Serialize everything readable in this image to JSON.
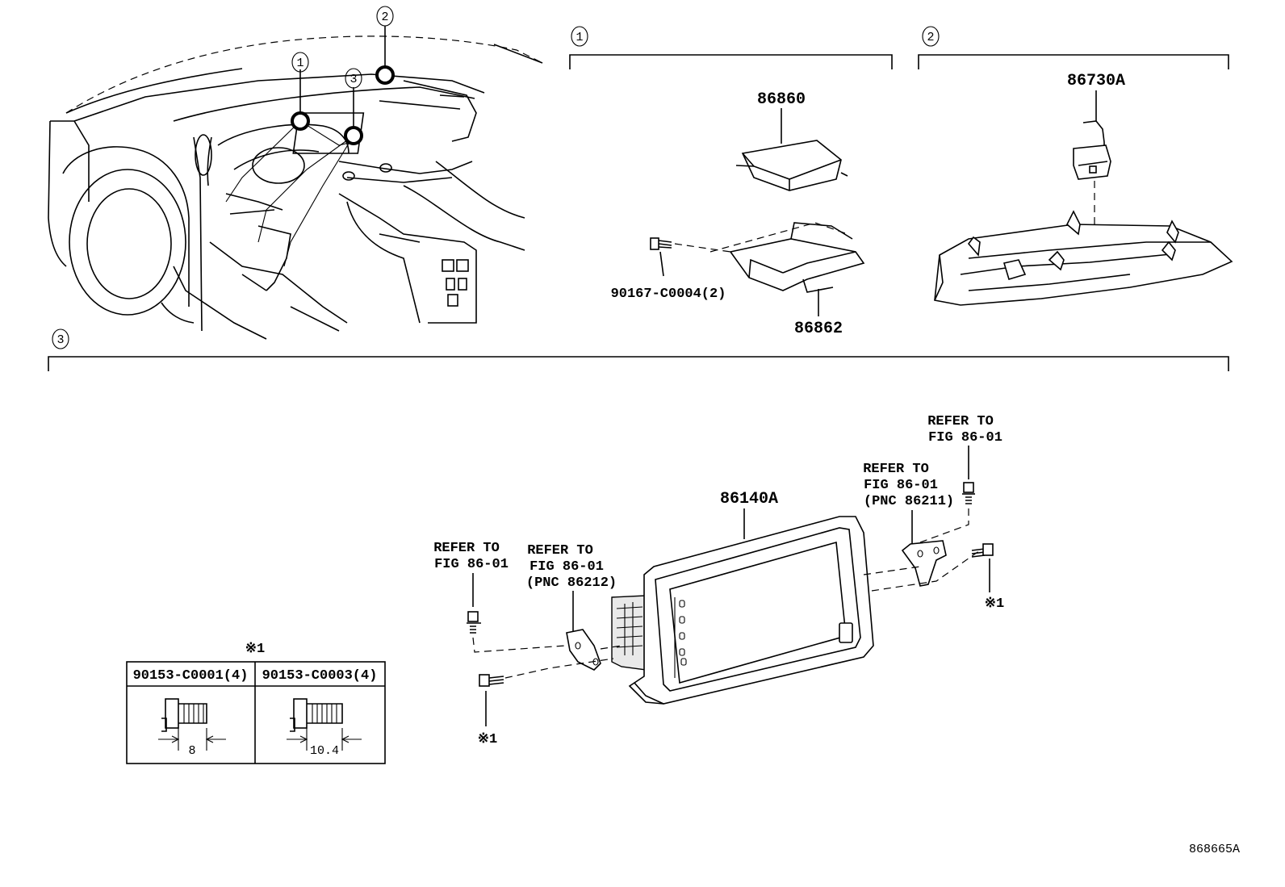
{
  "callouts": {
    "c1": "1",
    "c2": "2",
    "c3": "3"
  },
  "parts": {
    "p86860": "86860",
    "p86862": "86862",
    "p90167": "90167-C0004(2)",
    "p86730a": "86730A",
    "p86140a": "86140A"
  },
  "refers": {
    "top_right": [
      "REFER TO",
      "FIG 86-01"
    ],
    "bracket_right": [
      "REFER TO",
      "FIG 86-01",
      "(PNC 86211)"
    ],
    "left_bolt": [
      "REFER TO",
      "FIG 86-01"
    ],
    "bracket_left": [
      "REFER TO",
      "FIG 86-01",
      "(PNC 86212)"
    ]
  },
  "note_mark": "※1",
  "bolt_table": {
    "title": "※1",
    "col1_header": "90153-C0001(4)",
    "col2_header": "90153-C0003(4)",
    "col1_dim": "8",
    "col2_dim": "10.4"
  },
  "figure_id": "868665A"
}
